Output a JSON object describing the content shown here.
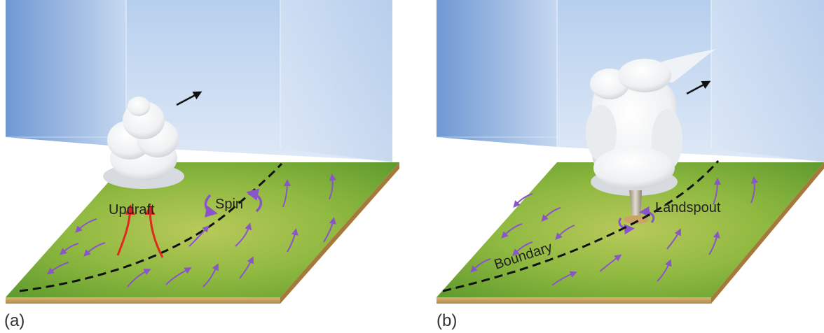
{
  "panels": [
    {
      "id": "a",
      "label": "(a)",
      "annotations": {
        "updraft": "Updraft",
        "spin": "Spin"
      }
    },
    {
      "id": "b",
      "label": "(b)",
      "annotations": {
        "landspout": "Landspout",
        "boundary": "Boundary"
      }
    }
  ],
  "colors": {
    "sky_top": "#a8c3e6",
    "sky_side": "#7aa0d6",
    "ground": "#7fae3a",
    "soil": "#c9a466",
    "wind_arrow": "#8a55c9",
    "updraft_arrow": "#e0281e",
    "boundary_line": "#111111"
  },
  "icons": [
    "motion-arrow-icon",
    "wind-arrow-icon",
    "updraft-arrow-icon",
    "spin-arrow-icon",
    "cloud-icon",
    "landspout-funnel-icon"
  ]
}
